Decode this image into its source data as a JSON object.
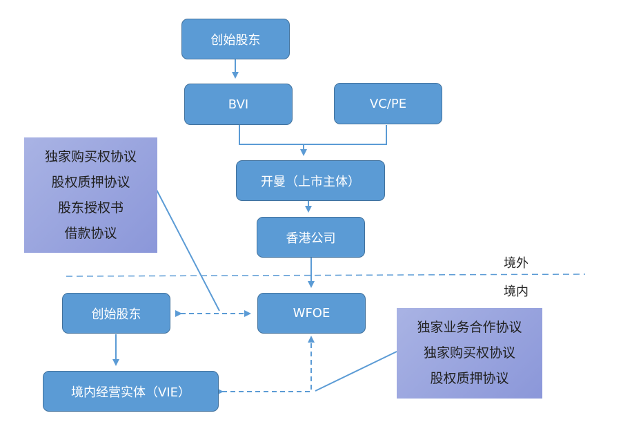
{
  "nodes": {
    "founder_top": "创始股东",
    "bvi": "BVI",
    "vc_pe": "VC/PE",
    "kaiman": "开曼（上市主体）",
    "hk_company": "香港公司",
    "wfoe": "WFOE",
    "founder_bottom": "创始股东",
    "vie": "境内经营实体（VIE）"
  },
  "notes": {
    "left": [
      "独家购买权协议",
      "股权质押协议",
      "股东授权书",
      "借款协议"
    ],
    "right": [
      "独家业务合作协议",
      "独家购买权协议",
      "股权质押协议"
    ]
  },
  "regions": {
    "offshore": "境外",
    "onshore": "境内"
  },
  "colors": {
    "box_fill": "#5b9bd5",
    "box_border": "#41719c",
    "note_fill": "#95a0dc",
    "connector": "#5b9bd5"
  }
}
